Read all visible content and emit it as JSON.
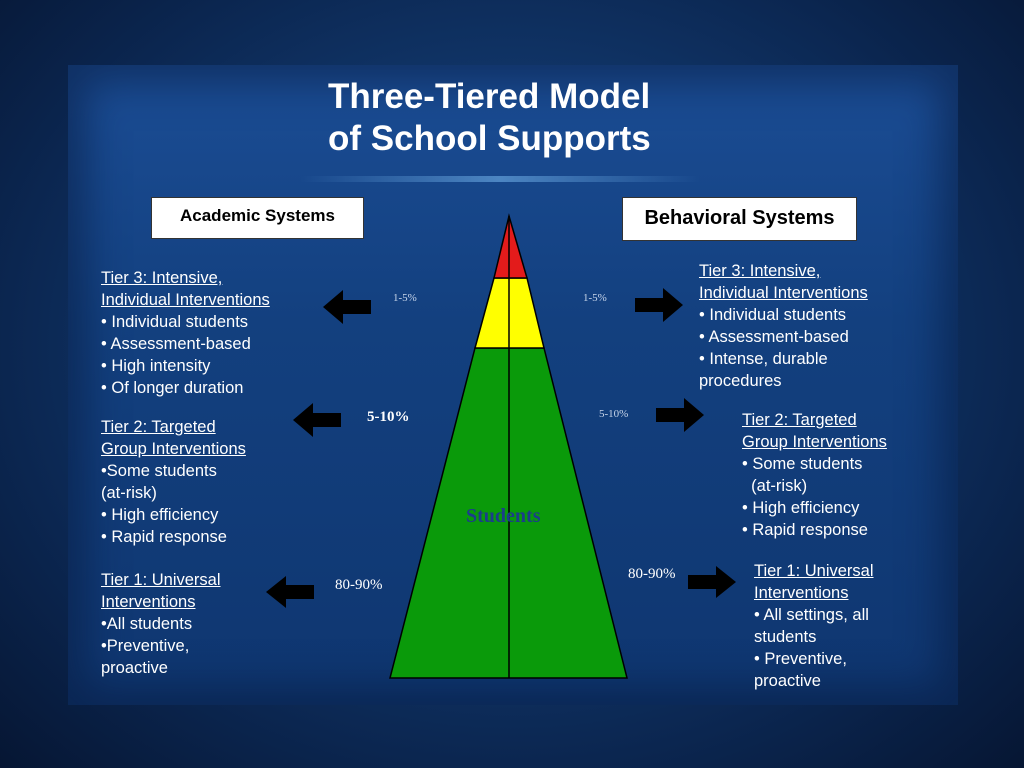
{
  "slide": {
    "title_line1": "Three-Tiered Model",
    "title_line2": "of School Supports"
  },
  "systems": {
    "academic": "Academic Systems",
    "behavioral": "Behavioral Systems"
  },
  "academic": {
    "tier3": {
      "head1": "Tier 3: Intensive,",
      "head2": "Individual Interventions",
      "b1": "• Individual students",
      "b2": "• Assessment-based",
      "b3": "• High intensity",
      "b4": "• Of longer duration"
    },
    "tier2": {
      "head1": "Tier 2: Targeted",
      "head2": "Group Interventions",
      "b1": "•Some students",
      "b2": "(at-risk)",
      "b3": "• High efficiency",
      "b4": "• Rapid response"
    },
    "tier1": {
      "head1": "Tier 1: Universal",
      "head2": "Interventions",
      "b1": "•All students",
      "b2": "•Preventive,",
      "b3": "proactive"
    }
  },
  "behavioral": {
    "tier3": {
      "head1": "Tier 3: Intensive,",
      "head2": "Individual Interventions",
      "b1": "• Individual students",
      "b2": "• Assessment-based",
      "b3": "• Intense, durable",
      "b4": "procedures"
    },
    "tier2": {
      "head1": "Tier 2:  Targeted",
      "head2": "Group Interventions",
      "b1": "• Some students",
      "b2": "  (at-risk)",
      "b3": "• High efficiency",
      "b4": "• Rapid response"
    },
    "tier1": {
      "head1": "Tier 1: Universal",
      "head2": "Interventions",
      "b1": "• All settings, all",
      "b2": "students",
      "b3": "• Preventive,",
      "b4": "proactive"
    }
  },
  "percentages": {
    "top_left": "1-5%",
    "top_right": "1-5%",
    "mid_left": "5-10%",
    "mid_right": "5-10%",
    "low_left": "80-90%",
    "low_right": "80-90%"
  },
  "pyramid": {
    "label": "Students",
    "colors": {
      "tier3": "#e31b1b",
      "tier2": "#ffff00",
      "tier1": "#0a9a0a"
    }
  },
  "colors": {
    "background": "#123a70",
    "text": "#ffffff",
    "arrow": "#000000"
  }
}
